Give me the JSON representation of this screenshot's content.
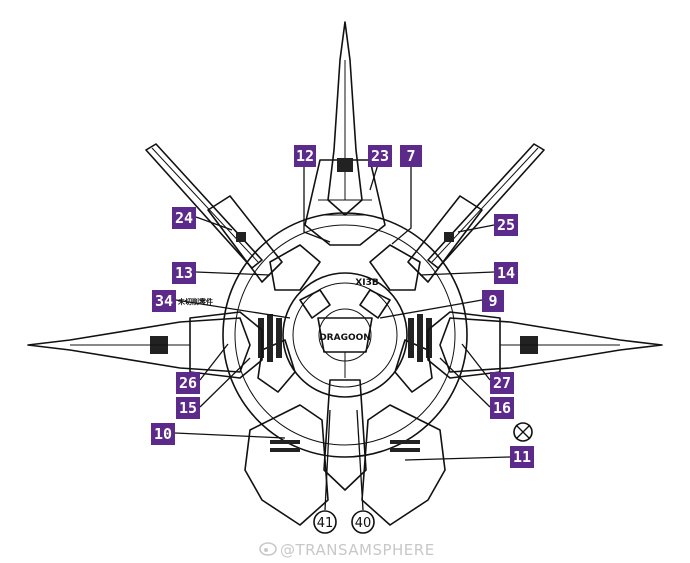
{
  "colors": {
    "tag_fill": "#5b2a8a",
    "line": "#111111",
    "watermark": "#c8c8c8"
  },
  "part_tags": [
    {
      "id": "12",
      "label": "12"
    },
    {
      "id": "23",
      "label": "23"
    },
    {
      "id": "7",
      "label": "7"
    },
    {
      "id": "24",
      "label": "24"
    },
    {
      "id": "25",
      "label": "25"
    },
    {
      "id": "13",
      "label": "13"
    },
    {
      "id": "14",
      "label": "14"
    },
    {
      "id": "34",
      "label": "34"
    },
    {
      "id": "9",
      "label": "9"
    },
    {
      "id": "26",
      "label": "26"
    },
    {
      "id": "27",
      "label": "27"
    },
    {
      "id": "15",
      "label": "15"
    },
    {
      "id": "16",
      "label": "16"
    },
    {
      "id": "10",
      "label": "10"
    },
    {
      "id": "11",
      "label": "11"
    }
  ],
  "circled_numbers": [
    {
      "id": "41",
      "label": "41"
    },
    {
      "id": "40",
      "label": "40"
    }
  ],
  "notes": {
    "tag34_caption": "未切削零件",
    "prohibited_icon": "do-not-use-icon"
  },
  "logo": {
    "center_main": "DRAGOON",
    "upper_tag": "XI3B"
  },
  "watermark": {
    "text": "@TRANSAMSPHERE",
    "icon": "weibo-icon"
  }
}
